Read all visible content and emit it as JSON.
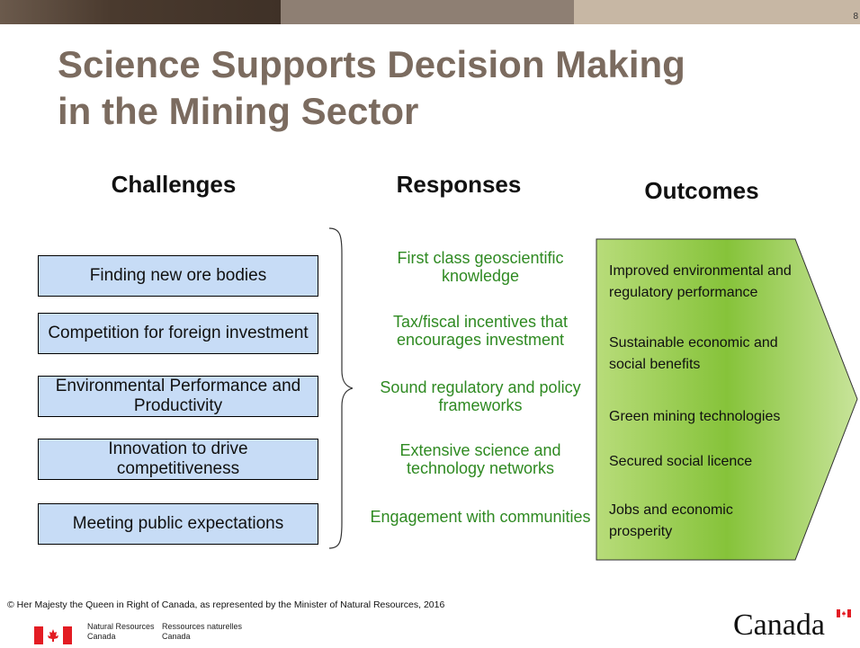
{
  "slide": {
    "number": "8",
    "title_line1": "Science Supports Decision Making",
    "title_line2": "in the Mining Sector"
  },
  "columns": {
    "challenges": "Challenges",
    "responses": "Responses",
    "outcomes": "Outcomes"
  },
  "challenges": [
    "Finding new ore bodies",
    "Competition for foreign investment",
    "Environmental Performance and Productivity",
    "Innovation to drive competitiveness",
    "Meeting public expectations"
  ],
  "responses": [
    "First class geoscientific knowledge",
    "Tax/fiscal incentives that encourages investment",
    "Sound regulatory and policy frameworks",
    "Extensive science and technology networks",
    "Engagement with communities"
  ],
  "outcomes": [
    "Improved environmental and regulatory performance",
    "Sustainable economic and social benefits",
    "Green mining technologies",
    "Secured social licence",
    "Jobs and economic prosperity"
  ],
  "footer": {
    "copyright": "© Her Majesty the Queen in Right of Canada, as represented by the Minister of Natural Resources, 2016",
    "dept_en_1": "Natural Resources",
    "dept_en_2": "Canada",
    "dept_fr_1": "Ressources naturelles",
    "dept_fr_2": "Canada",
    "wordmark": "Canada"
  },
  "colors": {
    "title": "#7b6b5f",
    "challenge_fill": "#c7dcf6",
    "response_text": "#2f8a22",
    "outcome_fill": "#a8d35a",
    "flag_red": "#e31c23"
  }
}
